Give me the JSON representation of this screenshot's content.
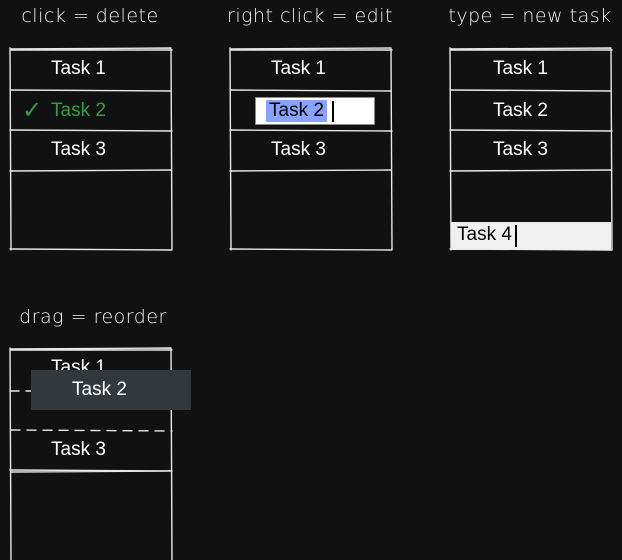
{
  "colors": {
    "background": "#111111",
    "stroke": "#e8e8e8",
    "done_green": "#2f9e44",
    "selection_blue": "#8aa2ff",
    "ghost_gray": "#33383d"
  },
  "panels": {
    "delete": {
      "title": "click = delete",
      "tasks": [
        "Task 1",
        "Task 2",
        "Task 3"
      ],
      "done_mark": "✓"
    },
    "edit": {
      "title": "right click = edit",
      "tasks": [
        "Task 1",
        "Task 2",
        "Task 3"
      ]
    },
    "new": {
      "title": "type = new task",
      "tasks": [
        "Task 1",
        "Task 2",
        "Task 3"
      ],
      "new_task_text": "Task 4"
    },
    "reorder": {
      "title": "drag = reorder",
      "tasks": [
        "Task 1",
        "Task 3"
      ],
      "dragging_task": "Task 2"
    }
  }
}
